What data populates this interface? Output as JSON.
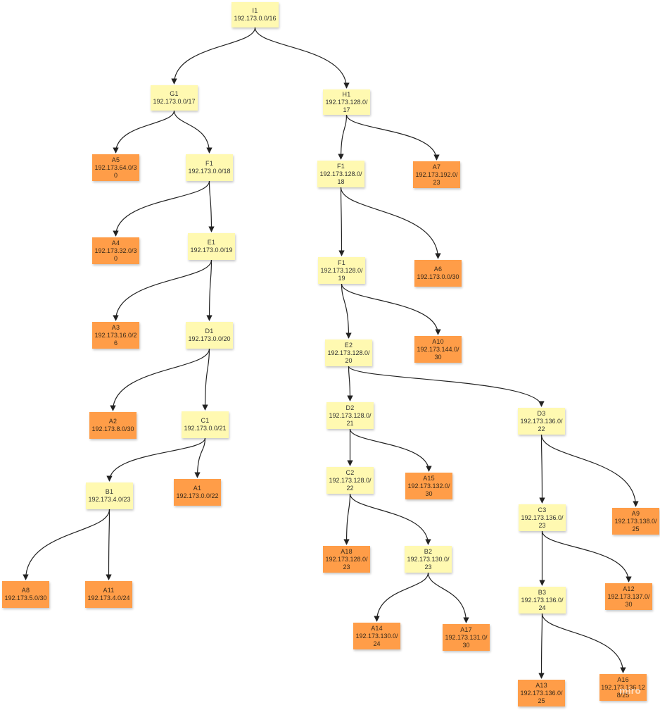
{
  "nodes": [
    {
      "id": "I1",
      "name": "I1",
      "cidr": "192.173.0.0/16",
      "kind": "sub"
    },
    {
      "id": "G1",
      "name": "G1",
      "cidr": "192.173.0.0/17",
      "kind": "sub"
    },
    {
      "id": "H1",
      "name": "H1",
      "cidr": "192.173.128.0/17",
      "kind": "sub"
    },
    {
      "id": "A5",
      "name": "A5",
      "cidr": "192.173.64.0/30",
      "kind": "leaf"
    },
    {
      "id": "F1a",
      "name": "F1",
      "cidr": "192.173.0.0/18",
      "kind": "sub"
    },
    {
      "id": "F1b",
      "name": "F1",
      "cidr": "192.173.128.0/18",
      "kind": "sub"
    },
    {
      "id": "A7",
      "name": "A7",
      "cidr": "192.173.192.0/23",
      "kind": "leaf"
    },
    {
      "id": "A4",
      "name": "A4",
      "cidr": "192.173.32.0/30",
      "kind": "leaf"
    },
    {
      "id": "E1",
      "name": "E1",
      "cidr": "192.173.0.0/19",
      "kind": "sub"
    },
    {
      "id": "F1c",
      "name": "F1",
      "cidr": "192.173.128.0/19",
      "kind": "sub"
    },
    {
      "id": "A6",
      "name": "A6",
      "cidr": "192.173.0.0/30",
      "kind": "leaf"
    },
    {
      "id": "A3",
      "name": "A3",
      "cidr": "192.173.16.0/26",
      "kind": "leaf"
    },
    {
      "id": "D1",
      "name": "D1",
      "cidr": "192.173.0.0/20",
      "kind": "sub"
    },
    {
      "id": "A10",
      "name": "A10",
      "cidr": "192.173.144.0/30",
      "kind": "leaf"
    },
    {
      "id": "E2",
      "name": "E2",
      "cidr": "192.173.128.0/20",
      "kind": "sub"
    },
    {
      "id": "A2",
      "name": "A2",
      "cidr": "192.173.8.0/30",
      "kind": "leaf"
    },
    {
      "id": "C1",
      "name": "C1",
      "cidr": "192.173.0.0/21",
      "kind": "sub"
    },
    {
      "id": "D2",
      "name": "D2",
      "cidr": "192.173.128.0/21",
      "kind": "sub"
    },
    {
      "id": "D3",
      "name": "D3",
      "cidr": "192.173.136.0/22",
      "kind": "sub"
    },
    {
      "id": "B1",
      "name": "B1",
      "cidr": "192.173.4.0/23",
      "kind": "sub"
    },
    {
      "id": "A1",
      "name": "A1",
      "cidr": "192.173.0.0/22",
      "kind": "leaf"
    },
    {
      "id": "C2",
      "name": "C2",
      "cidr": "192.173.128.0/22",
      "kind": "sub"
    },
    {
      "id": "A15",
      "name": "A15",
      "cidr": "192.173.132.0/30",
      "kind": "leaf"
    },
    {
      "id": "C3",
      "name": "C3",
      "cidr": "192.173.136.0/23",
      "kind": "sub"
    },
    {
      "id": "A9",
      "name": "A9",
      "cidr": "192.173.138.0/25",
      "kind": "leaf"
    },
    {
      "id": "A18",
      "name": "A18",
      "cidr": "192.173.128.0/23",
      "kind": "leaf"
    },
    {
      "id": "B2",
      "name": "B2",
      "cidr": "192.173.130.0/23",
      "kind": "sub"
    },
    {
      "id": "A12",
      "name": "A12",
      "cidr": "192.173.137.0/30",
      "kind": "leaf"
    },
    {
      "id": "A8",
      "name": "A8",
      "cidr": "192.173.5.0/30",
      "kind": "leaf"
    },
    {
      "id": "A11",
      "name": "A11",
      "cidr": "192.173.4.0/24",
      "kind": "leaf"
    },
    {
      "id": "B3",
      "name": "B3",
      "cidr": "192.173.136.0/24",
      "kind": "sub"
    },
    {
      "id": "A14",
      "name": "A14",
      "cidr": "192.173.130.0/24",
      "kind": "leaf"
    },
    {
      "id": "A17",
      "name": "A17",
      "cidr": "192.173.131.0/30",
      "kind": "leaf"
    },
    {
      "id": "A13",
      "name": "A13",
      "cidr": "192.173.136.0/25",
      "kind": "leaf"
    },
    {
      "id": "A16",
      "name": "A16",
      "cidr": "192.173.136.128/25",
      "kind": "leaf"
    }
  ],
  "edges": [
    [
      "I1",
      "G1"
    ],
    [
      "I1",
      "H1"
    ],
    [
      "G1",
      "A5"
    ],
    [
      "G1",
      "F1a"
    ],
    [
      "H1",
      "F1b"
    ],
    [
      "H1",
      "A7"
    ],
    [
      "F1a",
      "A4"
    ],
    [
      "F1a",
      "E1"
    ],
    [
      "F1b",
      "F1c"
    ],
    [
      "F1b",
      "A6"
    ],
    [
      "E1",
      "A3"
    ],
    [
      "E1",
      "D1"
    ],
    [
      "F1c",
      "E2"
    ],
    [
      "F1c",
      "A10"
    ],
    [
      "D1",
      "A2"
    ],
    [
      "D1",
      "C1"
    ],
    [
      "E2",
      "D2"
    ],
    [
      "E2",
      "D3"
    ],
    [
      "C1",
      "B1"
    ],
    [
      "C1",
      "A1"
    ],
    [
      "D2",
      "C2"
    ],
    [
      "D2",
      "A15"
    ],
    [
      "D3",
      "C3"
    ],
    [
      "D3",
      "A9"
    ],
    [
      "B1",
      "A8"
    ],
    [
      "B1",
      "A11"
    ],
    [
      "C2",
      "A18"
    ],
    [
      "C2",
      "B2"
    ],
    [
      "C3",
      "B3"
    ],
    [
      "C3",
      "A12"
    ],
    [
      "B2",
      "A14"
    ],
    [
      "B2",
      "A17"
    ],
    [
      "B3",
      "A13"
    ],
    [
      "B3",
      "A16"
    ]
  ],
  "watermark": "miro",
  "colors": {
    "subnet": "#fff9b1",
    "allocation": "#ff9d48",
    "edge": "#222222"
  }
}
